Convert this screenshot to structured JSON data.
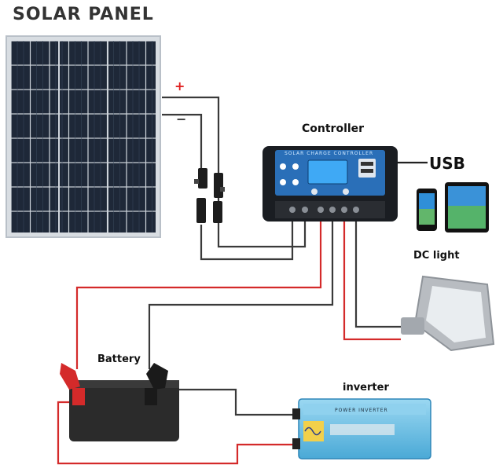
{
  "labels": {
    "solar_panel": "SOLAR PANEL",
    "controller": "Controller",
    "usb": "USB",
    "dc_light": "DC light",
    "battery": "Battery",
    "inverter": "inverter",
    "positive": "+",
    "negative": "−",
    "controller_text": "SOLAR CHARGE CONTROLLER",
    "inverter_text": "POWER INVERTER"
  },
  "colors": {
    "wire_positive": "#d42a2a",
    "wire_negative": "#3a3a3a",
    "panel_cell": "#1e2838",
    "panel_frame": "#d8dde2",
    "controller_body": "#1a1d22",
    "controller_face": "#2a6fb8",
    "inverter_body": "#6ec3e8",
    "battery_body": "#2b2b2b"
  },
  "icons": [
    "solar-panel-icon",
    "mc4-connector-icon",
    "charge-controller-icon",
    "smartphone-icon",
    "tablet-icon",
    "floodlight-icon",
    "battery-icon",
    "inverter-icon"
  ]
}
